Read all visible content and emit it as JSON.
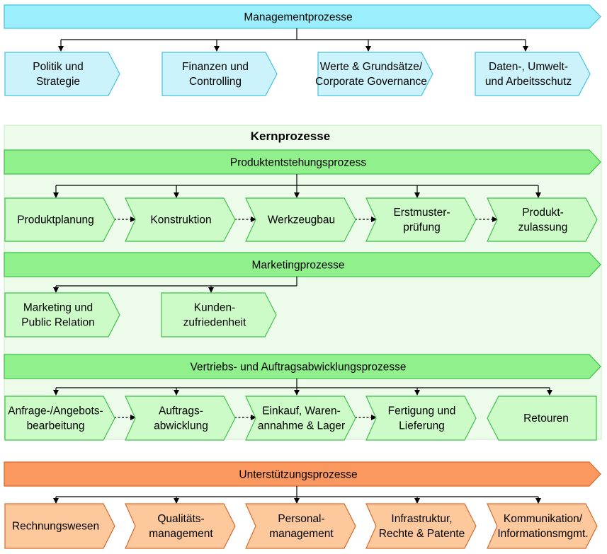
{
  "colors": {
    "management_fill": "#ccf3fb",
    "management_bar": "#9beffc",
    "management_stroke": "#43c2e0",
    "core_bg": "#edfbea",
    "core_bg_stroke": "#c6efc1",
    "core_bar": "#8ff08c",
    "core_fill": "#cdfbc8",
    "core_stroke": "#3ec04a",
    "support_bar": "#fa9860",
    "support_fill": "#fcc89c",
    "support_stroke": "#d66a2c"
  },
  "management": {
    "bar_label": "Managementprozesse",
    "items": [
      [
        "Politik und",
        "Strategie"
      ],
      [
        "Finanzen und",
        "Controlling"
      ],
      [
        "Werte & Grundsätze/",
        "Corporate Governance"
      ],
      [
        "Daten-, Umwelt-",
        "und Arbeitsschutz"
      ]
    ]
  },
  "core": {
    "title": "Kernprozesse",
    "product": {
      "bar_label": "Produktentstehungsprozess",
      "items": [
        [
          "Produktplanung"
        ],
        [
          "Konstruktion"
        ],
        [
          "Werkzeugbau"
        ],
        [
          "Erstmuster-",
          "prüfung"
        ],
        [
          "Produkt-",
          "zulassung"
        ]
      ]
    },
    "marketing": {
      "bar_label": "Marketingprozesse",
      "items": [
        [
          "Marketing und",
          "Public Relation"
        ],
        [
          "Kunden-",
          "zufriedenheit"
        ]
      ]
    },
    "sales": {
      "bar_label": "Vertriebs- und Auftragsabwicklungsprozesse",
      "items": [
        [
          "Anfrage-/Angebots-",
          "bearbeitung"
        ],
        [
          "Auftrags-",
          "abwicklung"
        ],
        [
          "Einkauf, Waren-",
          "annahme  & Lager"
        ],
        [
          "Fertigung und",
          "Lieferung"
        ],
        [
          "Retouren"
        ]
      ]
    }
  },
  "support": {
    "bar_label": "Unterstützungsprozesse",
    "items": [
      [
        "Rechnungswesen"
      ],
      [
        "Qualitäts-",
        "management"
      ],
      [
        "Personal-",
        "management"
      ],
      [
        "Infrastruktur,",
        "Rechte & Patente"
      ],
      [
        "Kommunikation/",
        "Informationsmgmt."
      ]
    ]
  }
}
